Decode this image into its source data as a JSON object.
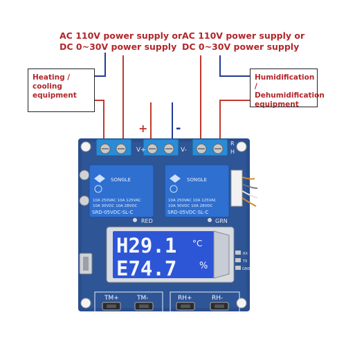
{
  "labels": {
    "power_left": [
      "AC 110V power supply or",
      "DC 0~30V power supply"
    ],
    "power_right": [
      "AC 110V power supply or",
      "DC 0~30V power supply"
    ],
    "device_left": [
      "Heating /",
      "cooling",
      "equipment"
    ],
    "device_right": [
      "Humidification /",
      "Dehumidification",
      "equipment"
    ],
    "plus": "+",
    "minus": "-"
  },
  "board": {
    "terminal_v_plus": "V+",
    "terminal_v_minus": "V-",
    "terminal_r": "R",
    "terminal_h": "H",
    "relay_brand": "SONGLE",
    "relay_ratings_1": "10A 250VAC  10A 125VAC",
    "relay_ratings_2": "10A 30VDC   10A 28VDC",
    "relay_model": "SRD-05VDC-SL-C",
    "led_red": "RED",
    "led_grn": "GRN",
    "lcd_line1": "H29.1",
    "lcd_unit1": "°C",
    "lcd_line2": "E74.7",
    "lcd_unit2": "%",
    "pin_rx": "RX",
    "pin_tx": "TX",
    "pin_gnd": "GND",
    "buttons": [
      "TM+",
      "TM-",
      "RH+",
      "RH-"
    ]
  },
  "colors": {
    "wire_red": "#c0392b",
    "wire_blue": "#1f3a93",
    "board": "#2a4e8c",
    "relay": "#2f6fd0",
    "lcd": "#2d56d6",
    "terminal": "#2a8bd6"
  }
}
